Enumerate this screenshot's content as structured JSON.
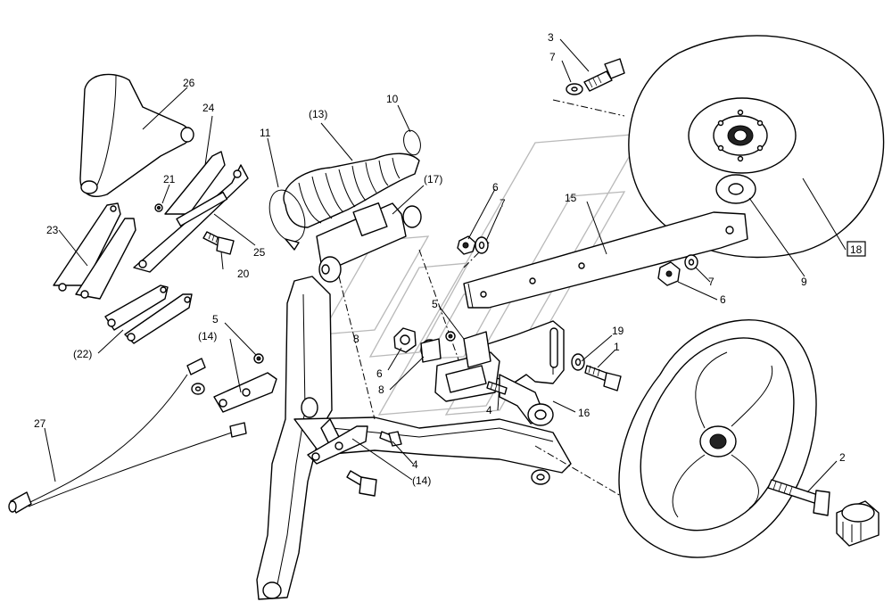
{
  "callouts": {
    "c1": "1",
    "c2": "2",
    "c3": "3",
    "c4a": "4",
    "c4b": "4",
    "c5a": "5",
    "c5b": "5",
    "c6a": "6",
    "c6b": "6",
    "c6c": "6",
    "c7a": "7",
    "c7b": "7",
    "c7c": "7",
    "c8a": "8",
    "c8b": "8",
    "c9": "9",
    "c10": "10",
    "c11": "11",
    "c13": "(13)",
    "c14a": "(14)",
    "c14b": "(14)",
    "c15": "15",
    "c16": "16",
    "c17": "(17)",
    "c18": "18",
    "c19": "19",
    "c20": "20",
    "c21": "21",
    "c22": "(22)",
    "c23": "23",
    "c24": "24",
    "c25": "25",
    "c26": "26",
    "c27": "27"
  }
}
